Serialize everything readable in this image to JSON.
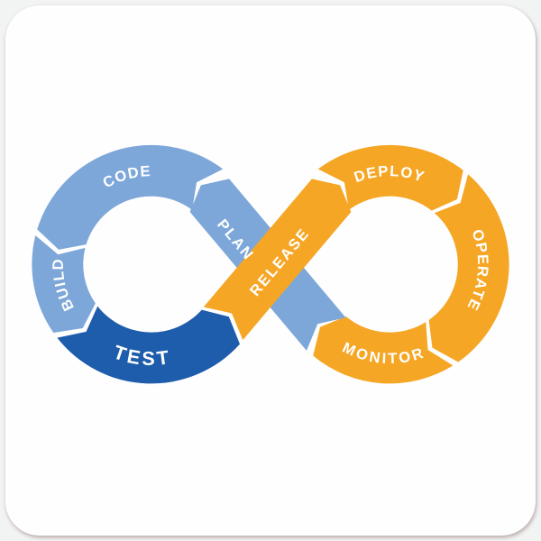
{
  "stages": {
    "plan": {
      "label": "PLAN",
      "color": "#7DA7D9"
    },
    "code": {
      "label": "CODE",
      "color": "#7DA7D9"
    },
    "build": {
      "label": "BUILD",
      "color": "#7DA7D9"
    },
    "test": {
      "label": "TEST",
      "color": "#1E5CAC"
    },
    "release": {
      "label": "RELEASE",
      "color": "#F6A625"
    },
    "deploy": {
      "label": "DEPLOY",
      "color": "#F6A625"
    },
    "operate": {
      "label": "OPERATE",
      "color": "#F6A625"
    },
    "monitor": {
      "label": "MONITOR",
      "color": "#F6A625"
    }
  },
  "flow": [
    "PLAN",
    "CODE",
    "BUILD",
    "TEST",
    "RELEASE",
    "DEPLOY",
    "OPERATE",
    "MONITOR"
  ],
  "colors": {
    "light_blue": "#7DA7D9",
    "dark_blue": "#1E5CAC",
    "orange": "#F6A625",
    "label_text": "#FFFFFF",
    "card_bg": "#FEFEFE",
    "page_bg": "#F2F3F3"
  }
}
